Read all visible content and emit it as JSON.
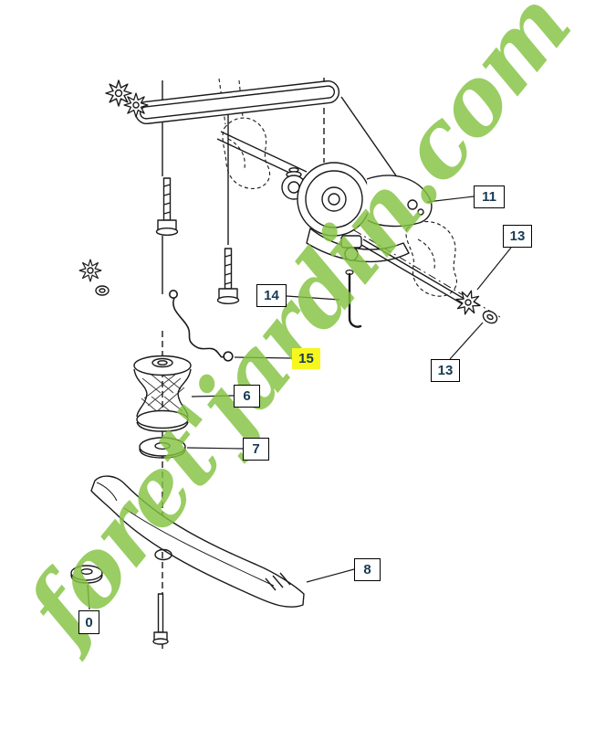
{
  "watermark": {
    "text": "foret'jardin.com",
    "color": "#84c341"
  },
  "labels": [
    {
      "text": "11"
    },
    {
      "text": "13"
    },
    {
      "text": "14"
    },
    {
      "text": "15",
      "highlighted": true,
      "highlight_color": "#f7f71e"
    },
    {
      "text": "6"
    },
    {
      "text": "7"
    },
    {
      "text": "13"
    },
    {
      "text": "8"
    },
    {
      "text": "0",
      "partially_visible": true
    }
  ],
  "diagram": {
    "type": "exploded-parts-diagram",
    "line_color": "#1a1a1a",
    "label_text_color": "#163a52",
    "highlight_color": "#f7f71e",
    "background_color": "#ffffff"
  }
}
